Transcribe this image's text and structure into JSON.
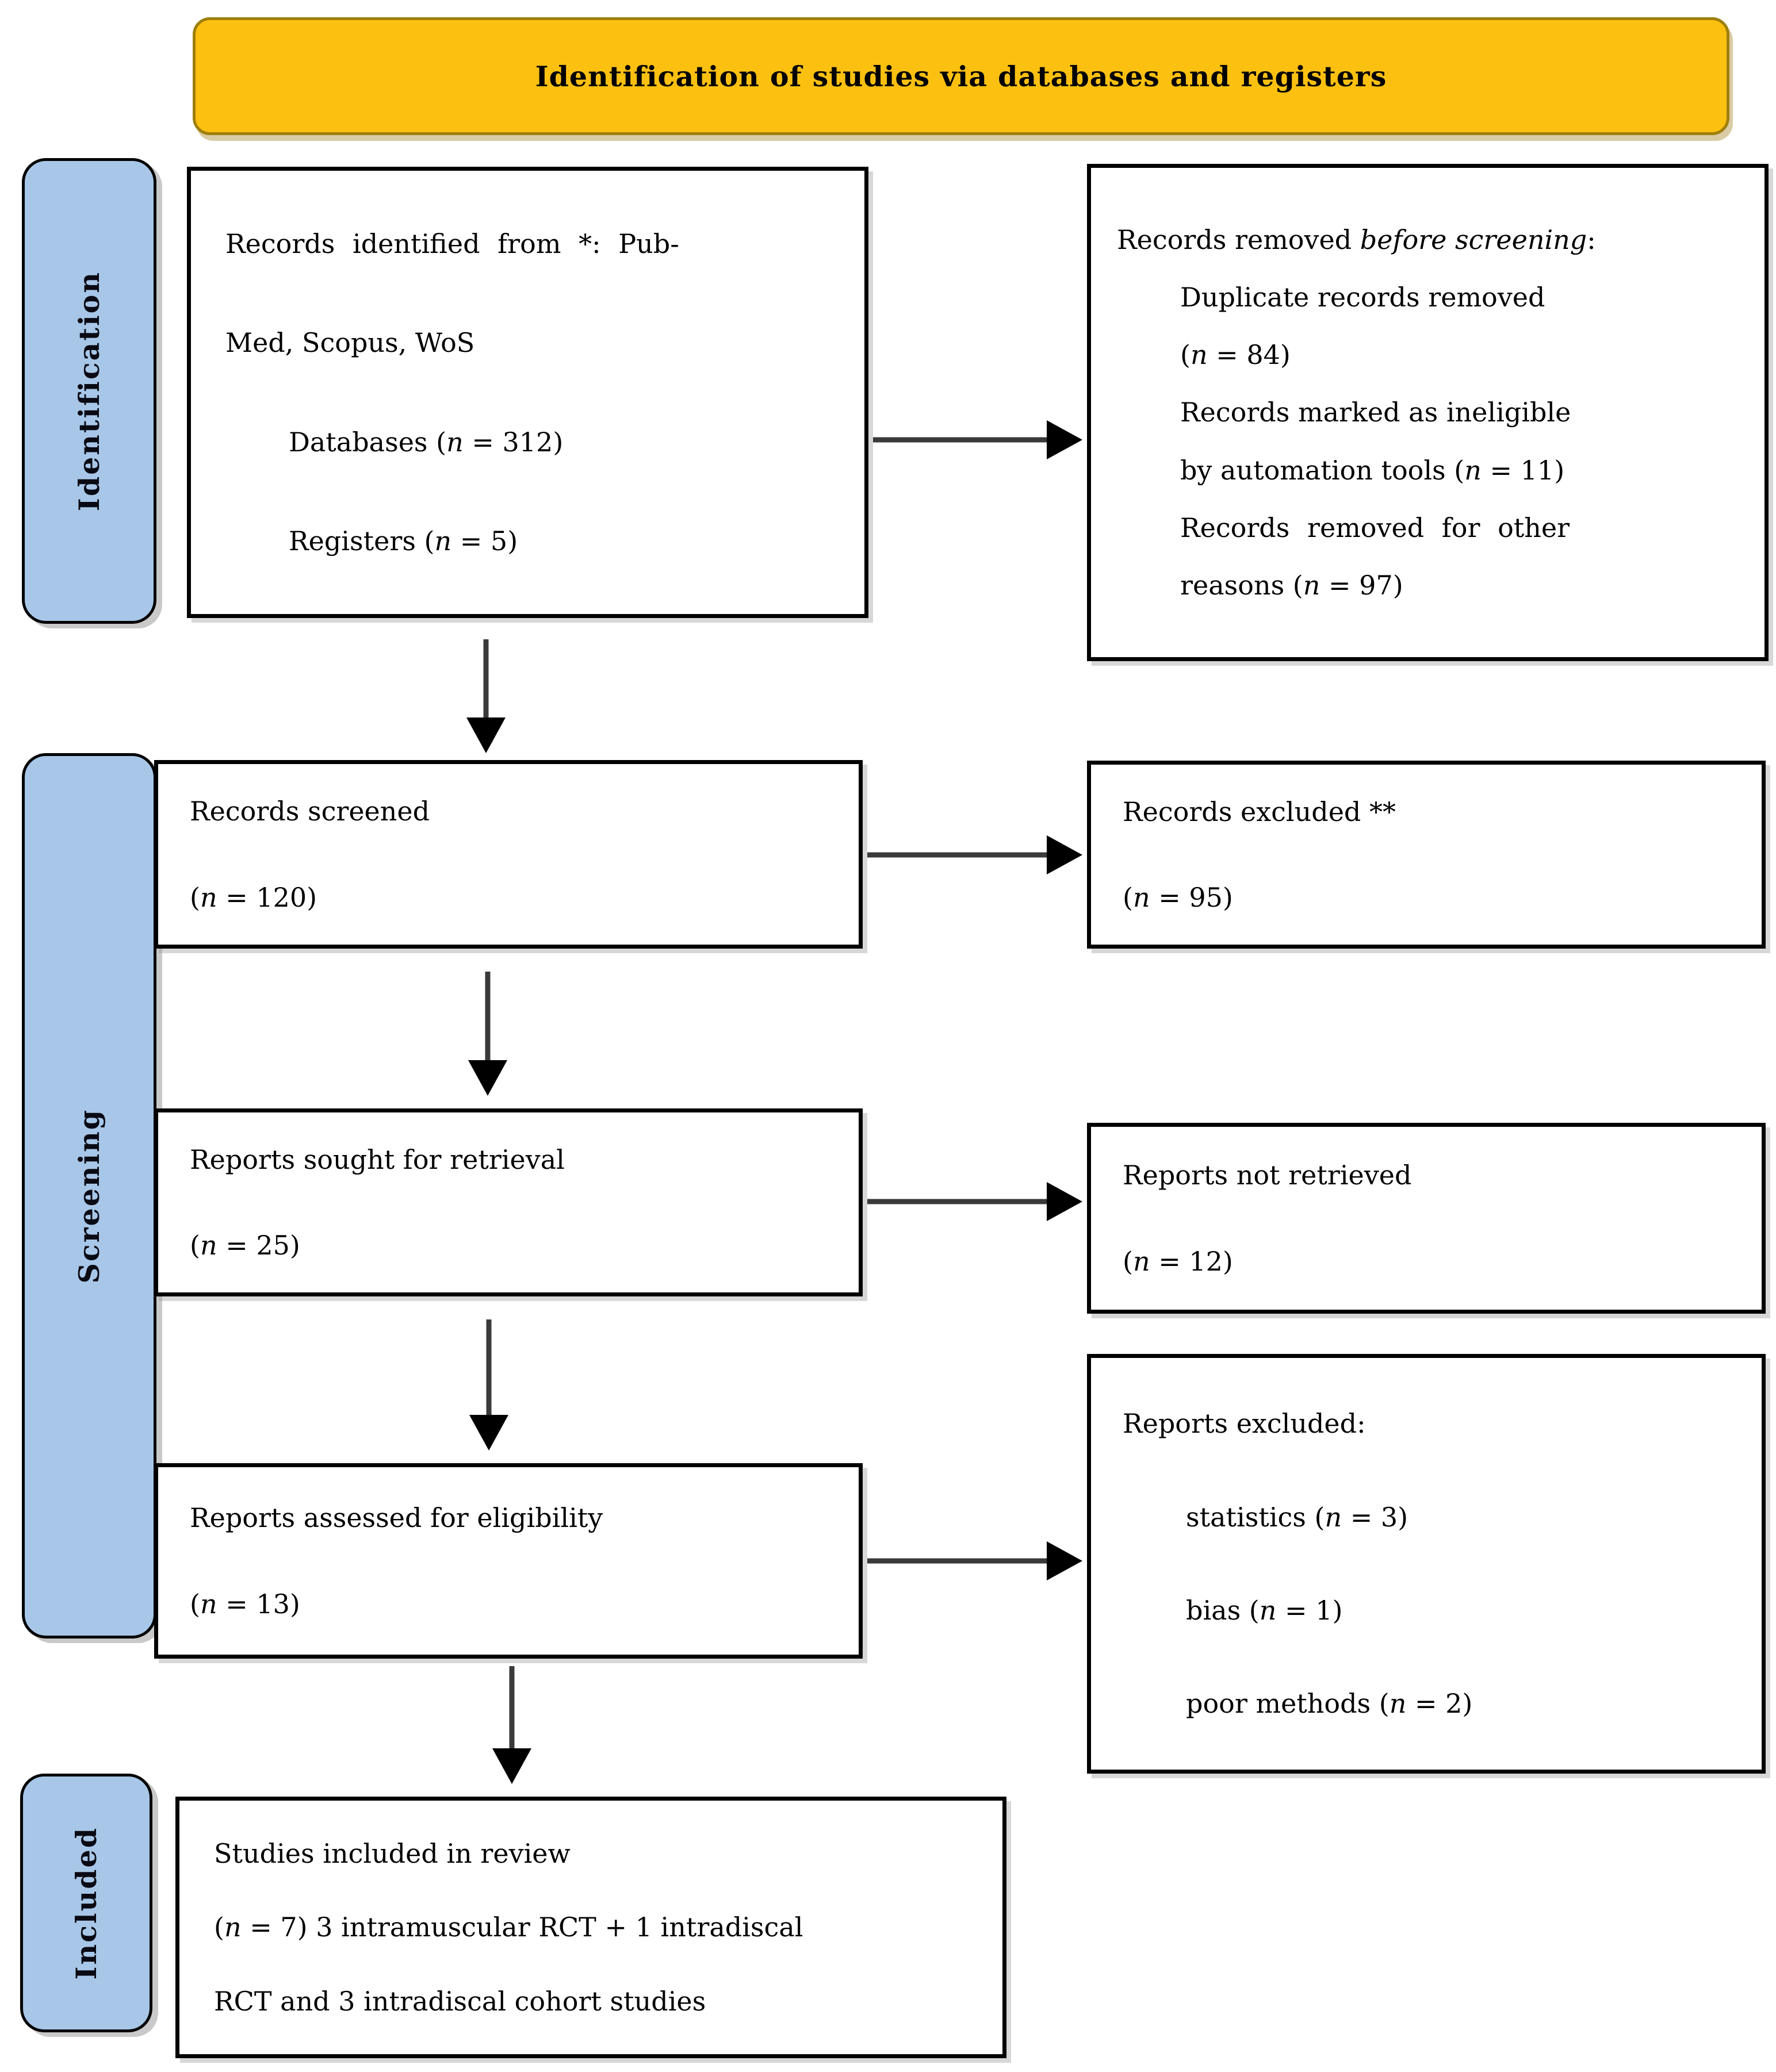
{
  "figure": {
    "title": "Identification of studies via databases and registers"
  },
  "colors": {
    "header_bg": "#fcc011",
    "header_border": "#9f7f0b",
    "label_bg": "#a8c7e8",
    "box_border": "#000000",
    "arrow_shaft": "#3a3a3a",
    "arrow_head": "#000000",
    "text": "#000000"
  },
  "side_labels": {
    "identification": "Identification",
    "screening": "Screening",
    "included": "Included"
  },
  "boxes": {
    "records_identified": {
      "lines": [
        [
          "Records identified from *: Pub-"
        ],
        [
          "Med, Scopus, WoS"
        ],
        [
          "Databases (",
          {
            "i": "n"
          },
          " = 312)"
        ],
        [
          "Registers (",
          {
            "i": "n"
          },
          " = 5)"
        ]
      ]
    },
    "records_removed": {
      "lines": [
        [
          "Records removed ",
          {
            "i": "before screening"
          },
          ":"
        ],
        [
          "Duplicate records removed"
        ],
        [
          "(",
          {
            "i": "n"
          },
          " = 84)"
        ],
        [
          "Records marked as ineligible"
        ],
        [
          "by automation tools (",
          {
            "i": "n"
          },
          " = 11)"
        ],
        [
          "Records removed for other"
        ],
        [
          "reasons (",
          {
            "i": "n"
          },
          " = 97)"
        ]
      ]
    },
    "records_screened": {
      "lines": [
        [
          "Records screened"
        ],
        [
          "(",
          {
            "i": "n"
          },
          " = 120)"
        ]
      ]
    },
    "records_excluded": {
      "lines": [
        [
          "Records excluded **"
        ],
        [
          "(",
          {
            "i": "n"
          },
          " = 95)"
        ]
      ]
    },
    "reports_sought": {
      "lines": [
        [
          "Reports sought for retrieval"
        ],
        [
          "(",
          {
            "i": "n"
          },
          " = 25)"
        ]
      ]
    },
    "reports_not_retrieved": {
      "lines": [
        [
          "Reports not retrieved"
        ],
        [
          "(",
          {
            "i": "n"
          },
          " = 12)"
        ]
      ]
    },
    "reports_assessed": {
      "lines": [
        [
          "Reports assessed for eligibility"
        ],
        [
          "(",
          {
            "i": "n"
          },
          " = 13)"
        ]
      ]
    },
    "reports_excluded": {
      "lines": [
        [
          "Reports excluded:"
        ],
        [
          "statistics (",
          {
            "i": "n"
          },
          " = 3)"
        ],
        [
          "bias (",
          {
            "i": "n"
          },
          " = 1)"
        ],
        [
          "poor methods (",
          {
            "i": "n"
          },
          " = 2)"
        ]
      ]
    },
    "studies_included": {
      "lines": [
        [
          "Studies included in review"
        ],
        [
          "(",
          {
            "i": "n"
          },
          " = 7) 3 intramuscular RCT + 1 intradiscal"
        ],
        [
          "RCT and 3 intradiscal cohort studies"
        ]
      ]
    }
  }
}
